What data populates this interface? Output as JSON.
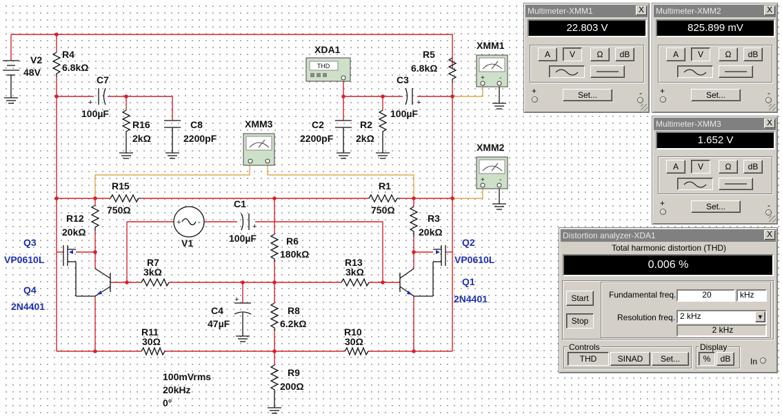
{
  "schematic": {
    "components": {
      "v2": {
        "name": "V2",
        "value": "48V"
      },
      "r4": {
        "name": "R4",
        "value": "6.8kΩ"
      },
      "c7": {
        "name": "C7",
        "value": "100µF"
      },
      "r16": {
        "name": "R16",
        "value": "2kΩ"
      },
      "c8": {
        "name": "C8",
        "value": "2200pF"
      },
      "xmm3": {
        "name": "XMM3"
      },
      "xda1": {
        "name": "XDA1",
        "display": "THD"
      },
      "c2": {
        "name": "C2",
        "value": "2200pF"
      },
      "r2": {
        "name": "R2",
        "value": "2kΩ"
      },
      "c3": {
        "name": "C3",
        "value": "100µF"
      },
      "r5": {
        "name": "R5",
        "value": "6.8kΩ"
      },
      "xmm1": {
        "name": "XMM1"
      },
      "xmm2": {
        "name": "XMM2"
      },
      "r15": {
        "name": "R15",
        "value": "750Ω"
      },
      "r1": {
        "name": "R1",
        "value": "750Ω"
      },
      "r12": {
        "name": "R12",
        "value": "20kΩ"
      },
      "r3": {
        "name": "R3",
        "value": "20kΩ"
      },
      "c1": {
        "name": "C1",
        "value": "100µF"
      },
      "v1": {
        "name": "V1",
        "amplitude": "100mVrms",
        "frequency": "20kHz",
        "phase": "0°"
      },
      "r6": {
        "name": "R6",
        "value": "180kΩ"
      },
      "r7": {
        "name": "R7",
        "value": "3kΩ"
      },
      "r13": {
        "name": "R13",
        "value": "3kΩ"
      },
      "c4": {
        "name": "C4",
        "value": "47µF"
      },
      "r8": {
        "name": "R8",
        "value": "6.2kΩ"
      },
      "r11": {
        "name": "R11",
        "value": "30Ω"
      },
      "r10": {
        "name": "R10",
        "value": "30Ω"
      },
      "r9": {
        "name": "R9",
        "value": "200Ω"
      },
      "q3": {
        "name": "Q3",
        "part": "VP0610L"
      },
      "q4": {
        "name": "Q4",
        "part": "2N4401"
      },
      "q2": {
        "name": "Q2",
        "part": "VP0610L"
      },
      "q1": {
        "name": "Q1",
        "part": "2N4401"
      }
    },
    "terminal_plus": "+",
    "terminal_minus": "-"
  },
  "multimeters": [
    {
      "title": "Multimeter-XMM1",
      "reading": "22.803 V",
      "active_mode": "V"
    },
    {
      "title": "Multimeter-XMM2",
      "reading": "825.899 mV",
      "active_mode": "V"
    },
    {
      "title": "Multimeter-XMM3",
      "reading": "1.652 V",
      "active_mode": "V"
    }
  ],
  "multimeter_labels": {
    "mode_a": "A",
    "mode_v": "V",
    "mode_ohm": "Ω",
    "mode_db": "dB",
    "set_button": "Set...",
    "plus": "+",
    "minus": "-",
    "close": "X"
  },
  "distortion": {
    "title": "Distortion analyzer-XDA1",
    "heading": "Total harmonic distortion (THD)",
    "reading": "0.006 %",
    "start": "Start",
    "stop": "Stop",
    "fundamental_label": "Fundamental freq.",
    "fundamental_value": "20",
    "fundamental_unit": "kHz",
    "resolution_label": "Resolution freq.",
    "resolution_value": "2 kHz",
    "resolution_readout": "2 kHz",
    "controls_label": "Controls",
    "thd_button": "THD",
    "sinad_button": "SINAD",
    "set_button": "Set...",
    "display_label": "Display",
    "percent_button": "%",
    "db_button": "dB",
    "in_label": "In",
    "close": "X"
  },
  "colors": {
    "wire_red": "#d6202a",
    "wire_orange": "#e2a94a",
    "label_blue": "#1c2fb8",
    "window_face": "#d4d0c8",
    "title_inactive": "#808080",
    "readout_bg": "#000000"
  }
}
